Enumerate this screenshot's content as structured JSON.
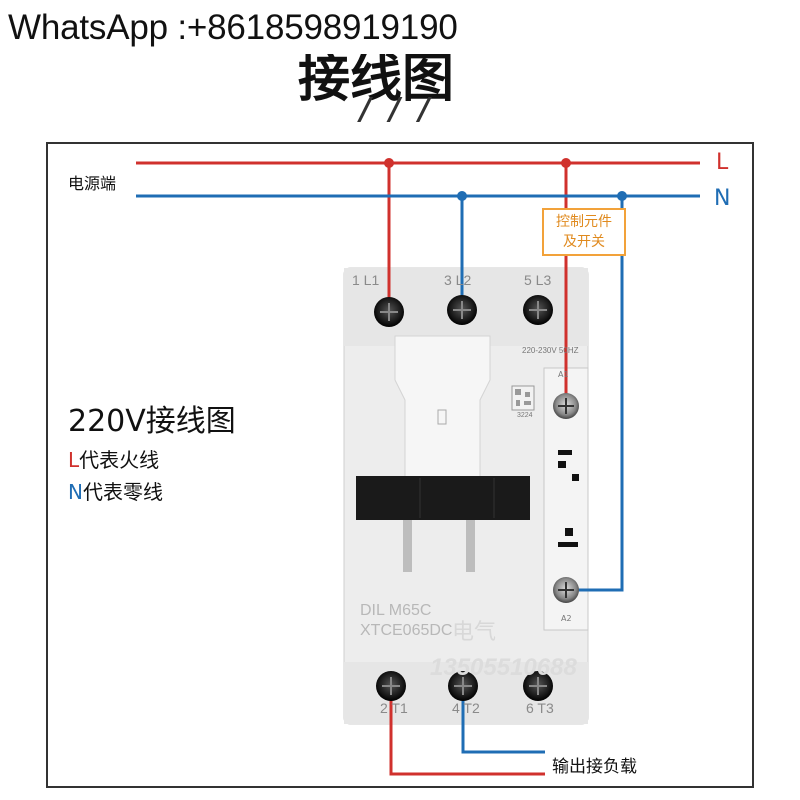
{
  "header": {
    "whatsapp": "WhatsApp :+8618598919190",
    "title": "接线图",
    "slashes": "/ / /"
  },
  "diagram": {
    "power_label": "电源端",
    "line_L": "L",
    "line_N": "N",
    "control": {
      "line1": "控制元件",
      "line2": "及开关"
    },
    "title": "220V接线图",
    "legend": [
      {
        "key": "L",
        "text": "代表火线"
      },
      {
        "key": "N",
        "text": "代表零线"
      }
    ],
    "top_terminals": [
      "1 L1",
      "3 L2",
      "5 L3"
    ],
    "bottom_terminals": [
      "2 T1",
      "4 T2",
      "6 T3"
    ],
    "coil_rating": "220-230V 50HZ",
    "coil_terminals": {
      "a1": "A1",
      "a2": "A2"
    },
    "qr_number": "3224",
    "model_line1": "DIL M65C",
    "model_line2": "XTCE065DC",
    "watermark_brand": "电气",
    "watermark_phone": "13505510688",
    "output_label": "输出接负载"
  },
  "colors": {
    "live": "#d0312d",
    "neutral": "#1f6db4",
    "control_box": "#f2a23a"
  }
}
